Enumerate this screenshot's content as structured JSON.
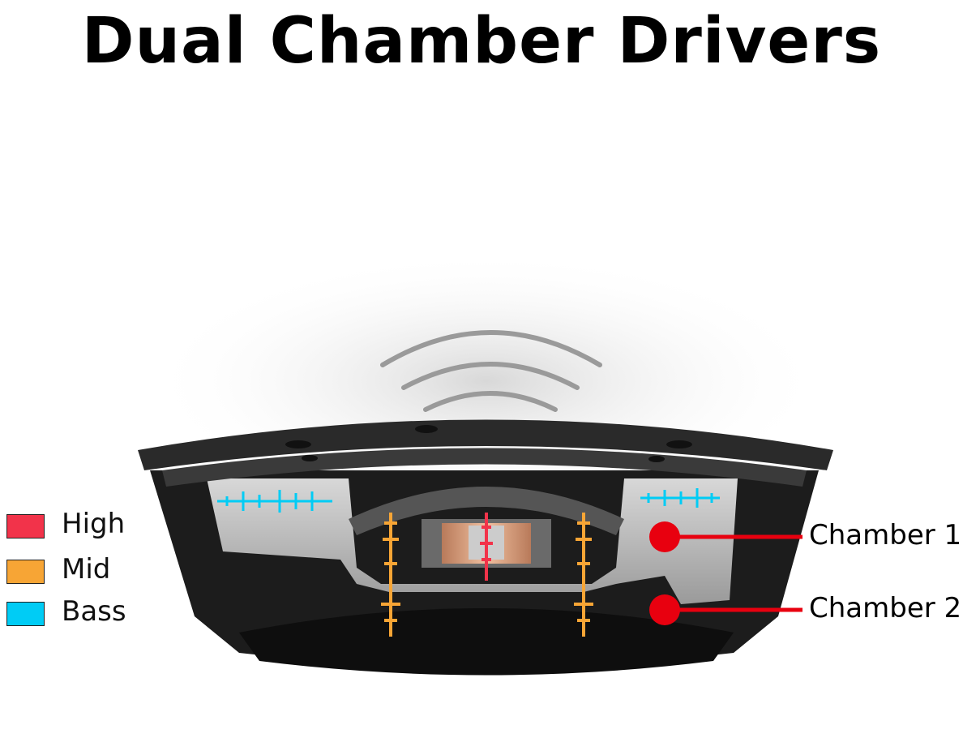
{
  "title": "Dual Chamber Drivers",
  "legend": [
    {
      "label": "High",
      "color": "#f2334a"
    },
    {
      "label": "Mid",
      "color": "#f7a535"
    },
    {
      "label": "Bass",
      "color": "#00ccf5"
    }
  ],
  "callouts": [
    {
      "label": "Chamber 1",
      "color": "#e8000f"
    },
    {
      "label": "Chamber 2",
      "color": "#e8000f"
    }
  ]
}
